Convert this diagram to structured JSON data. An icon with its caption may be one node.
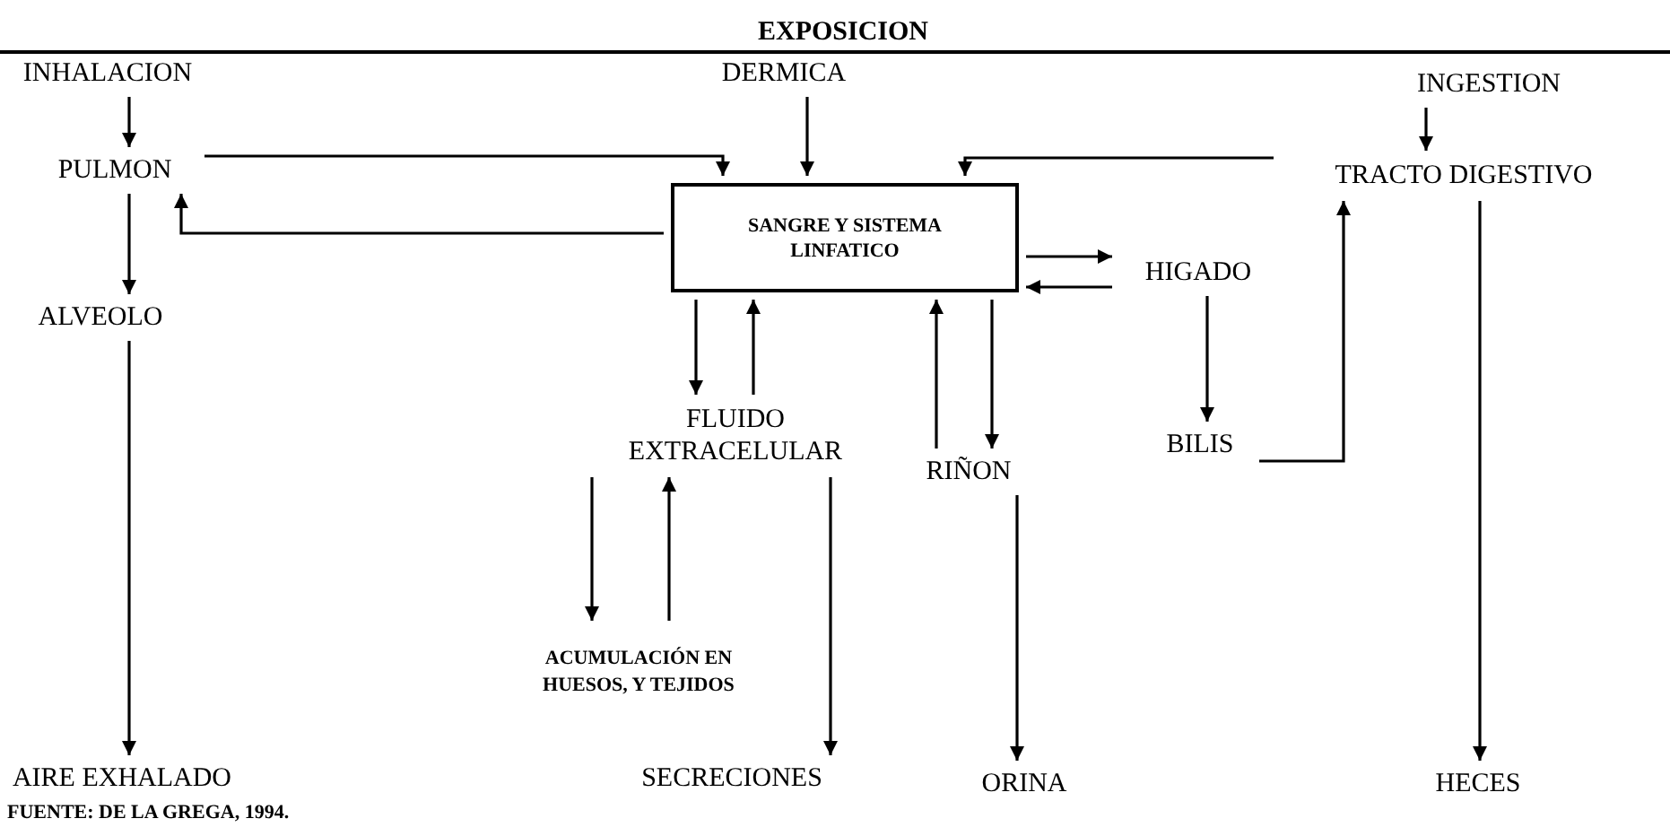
{
  "diagram": {
    "title": "EXPOSICION",
    "nodes": [
      {
        "text": [
          "INHALACION"
        ]
      },
      {
        "text": [
          "DERMICA"
        ]
      },
      {
        "text": [
          "INGESTION"
        ]
      },
      {
        "text": [
          "PULMON"
        ]
      },
      {
        "text": [
          "SANGRE Y SISTEMA LINFATICO"
        ]
      },
      {
        "text": [
          "TRACTO DIGESTIVO"
        ]
      },
      {
        "text": [
          "HIGADO"
        ]
      },
      {
        "text": [
          "ALVEOLO"
        ]
      },
      {
        "text": [
          "FLUIDO EXTRACELULAR"
        ]
      },
      {
        "text": [
          "RIÑON"
        ]
      },
      {
        "text": [
          "BILIS"
        ]
      },
      {
        "text": [
          "ACUMULACIÓN EN HUESOS, Y TEJIDOS"
        ]
      },
      {
        "text": [
          "AIRE EXHALADO"
        ]
      },
      {
        "text": [
          "SECRECIONES"
        ]
      },
      {
        "text": [
          "ORINA"
        ]
      },
      {
        "text": [
          "HECES"
        ]
      }
    ],
    "edges": [
      {
        "from": 0,
        "to": 3,
        "arrow": "to"
      },
      {
        "from": 1,
        "to": 4,
        "arrow": "to"
      },
      {
        "from": 2,
        "to": 5,
        "arrow": "to"
      },
      {
        "from": 3,
        "to": 4,
        "arrow": "to"
      },
      {
        "from": 4,
        "to": 3,
        "arrow": "to"
      },
      {
        "from": 5,
        "to": 4,
        "arrow": "to"
      },
      {
        "from": 3,
        "to": 7,
        "arrow": "to"
      },
      {
        "from": 7,
        "to": 12,
        "arrow": "to"
      },
      {
        "from": 4,
        "to": 8,
        "arrow": "to"
      },
      {
        "from": 8,
        "to": 4,
        "arrow": "to"
      },
      {
        "from": 4,
        "to": 6,
        "arrow": "to"
      },
      {
        "from": 6,
        "to": 4,
        "arrow": "to"
      },
      {
        "from": 6,
        "to": 10,
        "arrow": "to"
      },
      {
        "from": 10,
        "to": 5,
        "arrow": "to"
      },
      {
        "from": 4,
        "to": 9,
        "arrow": "to"
      },
      {
        "from": 9,
        "to": 4,
        "arrow": "to"
      },
      {
        "from": 8,
        "to": 11,
        "arrow": "to"
      },
      {
        "from": 11,
        "to": 8,
        "arrow": "to"
      },
      {
        "from": 8,
        "to": 13,
        "arrow": "to"
      },
      {
        "from": 9,
        "to": 14,
        "arrow": "to"
      },
      {
        "from": 5,
        "to": 15,
        "arrow": "to"
      }
    ],
    "labels": [
      "FUENTE: DE LA GREGA, 1994."
    ]
  }
}
